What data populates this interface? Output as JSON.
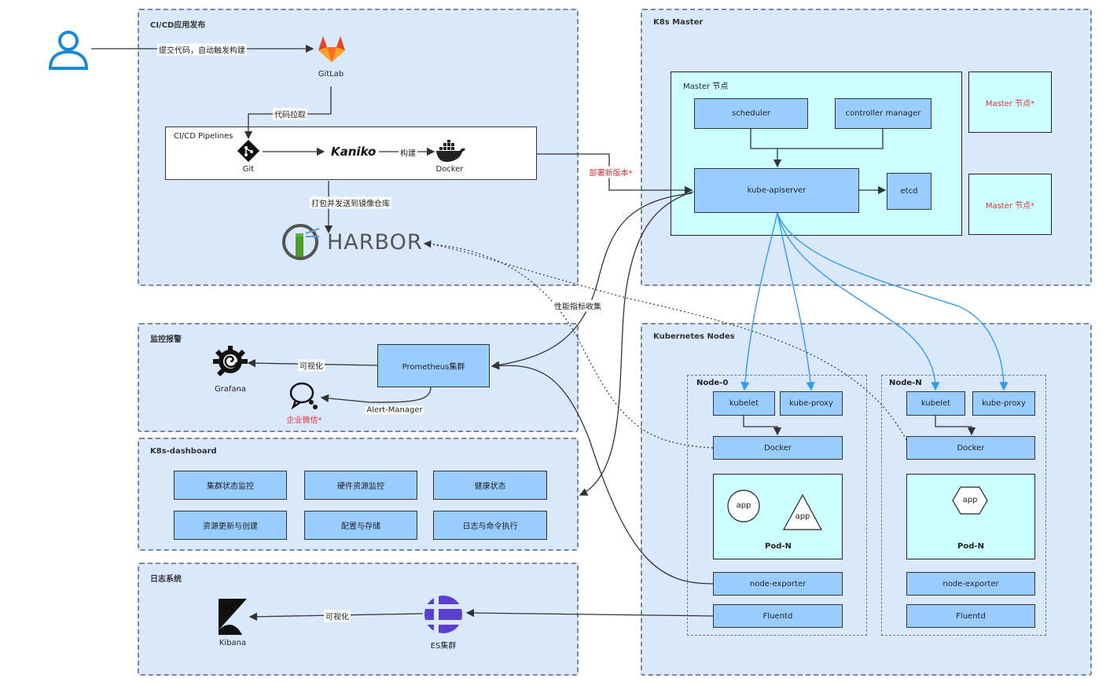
{
  "groups": {
    "cicd": "CI/CD应用发布",
    "master": "K8s Master",
    "monitor": "监控报警",
    "dashboard": "K8s-dashboard",
    "logging": "日志系统",
    "nodes": "Kubernetes Nodes"
  },
  "cicd": {
    "gitlab": "GitLab",
    "pipelines": "CI/CD Pipelines",
    "git": "Git",
    "kaniko": "Kaniko",
    "docker": "Docker",
    "harbor": "HARBOR",
    "edge_commit": "提交代码，自动触发构建",
    "edge_pull": "代码拉取",
    "edge_build": "构建",
    "edge_push": "打包并发送到镜像仓库",
    "edge_deploy": "部署新版本*"
  },
  "master": {
    "container": "Master 节点",
    "scheduler": "scheduler",
    "controller": "controller manager",
    "apiserver": "kube-apiserver",
    "etcd": "etcd",
    "replica1": "Master 节点*",
    "replica2": "Master 节点*"
  },
  "monitor": {
    "grafana": "Grafana",
    "prometheus": "Prometheus集群",
    "wechat": "企业微信*",
    "edge_visual": "可视化",
    "edge_alert": "Alert-Manager",
    "edge_metrics": "性能指标收集"
  },
  "dashboard": {
    "items": [
      "集群状态监控",
      "硬件资源监控",
      "健康状态",
      "资源更新与创建",
      "配置与存储",
      "日志与命令执行"
    ]
  },
  "logging": {
    "kibana": "Kibana",
    "es": "ES集群",
    "edge_visual": "可视化"
  },
  "nodes": {
    "node0": {
      "title": "Node-0",
      "kubelet": "kubelet",
      "proxy": "kube-proxy",
      "docker": "Docker",
      "app_circle": "app",
      "app_triangle": "app",
      "pod": "Pod-N",
      "exporter": "node-exporter",
      "fluentd": "Fluentd"
    },
    "nodeN": {
      "title": "Node-N",
      "kubelet": "kubelet",
      "proxy": "kube-proxy",
      "docker": "Docker",
      "app_hex": "app",
      "pod": "Pod-N",
      "exporter": "node-exporter",
      "fluentd": "Fluentd"
    }
  },
  "colors": {
    "node_fill": "#99ccff",
    "master_fill": "#ccffff",
    "group_fill": "#dae8fc",
    "edge_blue": "#3399ee",
    "accent_red": "#e03030"
  }
}
